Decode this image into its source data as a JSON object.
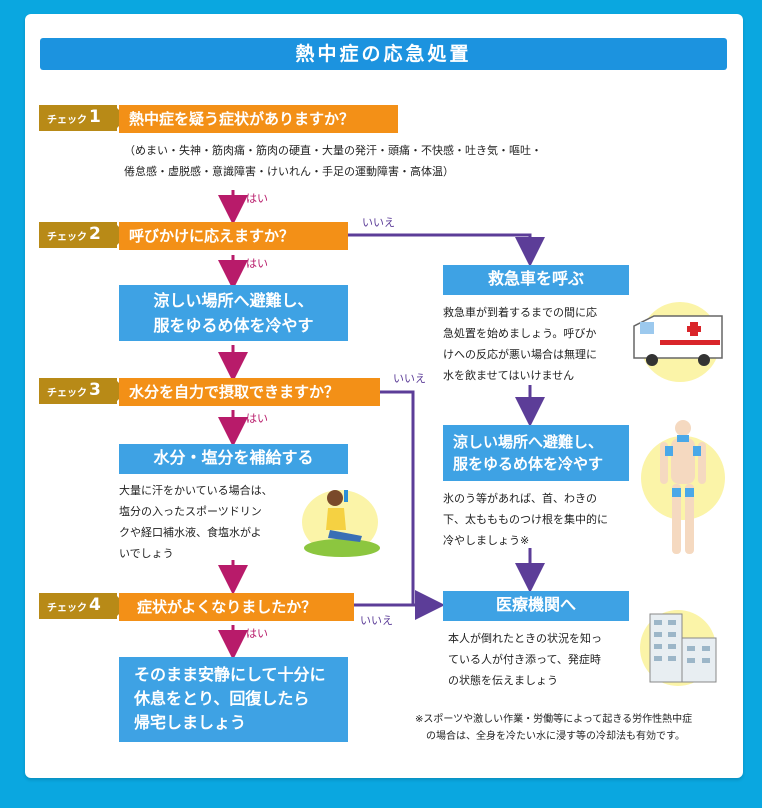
{
  "title": "熱中症の応急処置",
  "check_label": "チェック",
  "checks": [
    {
      "num": "1",
      "question": "熱中症を疑う症状がありますか？"
    },
    {
      "num": "2",
      "question": "呼びかけに応えますか？"
    },
    {
      "num": "3",
      "question": "水分を自力で摂取できますか？"
    },
    {
      "num": "4",
      "question": "症状がよくなりましたか？"
    }
  ],
  "symptoms_line1": "（めまい・失神・筋肉痛・筋肉の硬直・大量の発汗・頭痛・不快感・吐き気・嘔吐・",
  "symptoms_line2": "倦怠感・虚脱感・意識障害・けいれん・手足の運動障害・高体温）",
  "yes": "はい",
  "no": "いいえ",
  "cool_line1": "涼しい場所へ避難し、",
  "cool_line2": "服をゆるめ体を冷やす",
  "hydrate": "水分・塩分を補給する",
  "hydrate_note": [
    "大量に汗をかいている場合は、",
    "塩分の入ったスポーツドリン",
    "クや経口補水液、食塩水がよ",
    "いでしょう"
  ],
  "rest": [
    "そのまま安静にして十分に",
    "休息をとり、回復したら",
    "帰宅しましょう"
  ],
  "ambulance": "救急車を呼ぶ",
  "ambulance_note": [
    "救急車が到着するまでの間に応",
    "急処置を始めましょう。呼びか",
    "けへの反応が悪い場合は無理に",
    "水を飲ませてはいけません"
  ],
  "cool2_line1": "涼しい場所へ避難し、",
  "cool2_line2": "服をゆるめ体を冷やす",
  "cool2_note": [
    "氷のう等があれば、首、わきの",
    "下、太ももものつけ根を集中的に",
    "冷やしましょう※"
  ],
  "hospital": "医療機関へ",
  "hospital_note": [
    "本人が倒れたときの状況を知っ",
    "ている人が付き添って、発症時",
    "の状態を伝えましょう"
  ],
  "footnote_line1": "※スポーツや激しい作業・労働等によって起きる労作性熱中症",
  "footnote_line2": "の場合は、全身を冷たい水に浸す等の冷却法も有効です。",
  "colors": {
    "background": "#0aa7e0",
    "banner": "#1c93df",
    "orange": "#f39017",
    "blue_box": "#3ea2e4",
    "tag": "#b88a17",
    "yes_arrow": "#b81b6a",
    "no_arrow": "#5c3d98"
  }
}
